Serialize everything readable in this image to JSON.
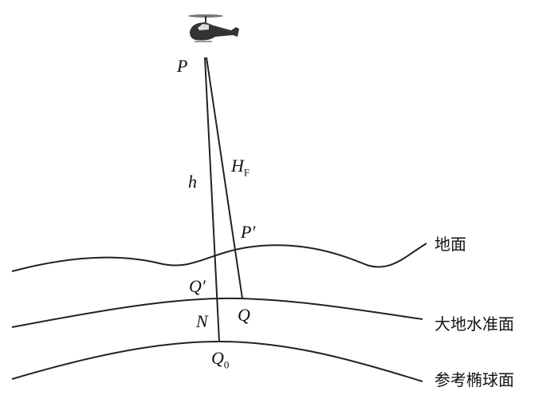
{
  "labels": {
    "P": "P",
    "h": "h",
    "HF": "H",
    "HF_sub": "F",
    "P_prime": "P′",
    "Q_prime": "Q′",
    "N": "N",
    "Q": "Q",
    "Q0": "Q",
    "Q0_sub": "0"
  },
  "surfaces": {
    "ground": "地面",
    "geoid": "大地水准面",
    "ellipsoid": "参考椭球面"
  },
  "colors": {
    "line": "#222222"
  }
}
